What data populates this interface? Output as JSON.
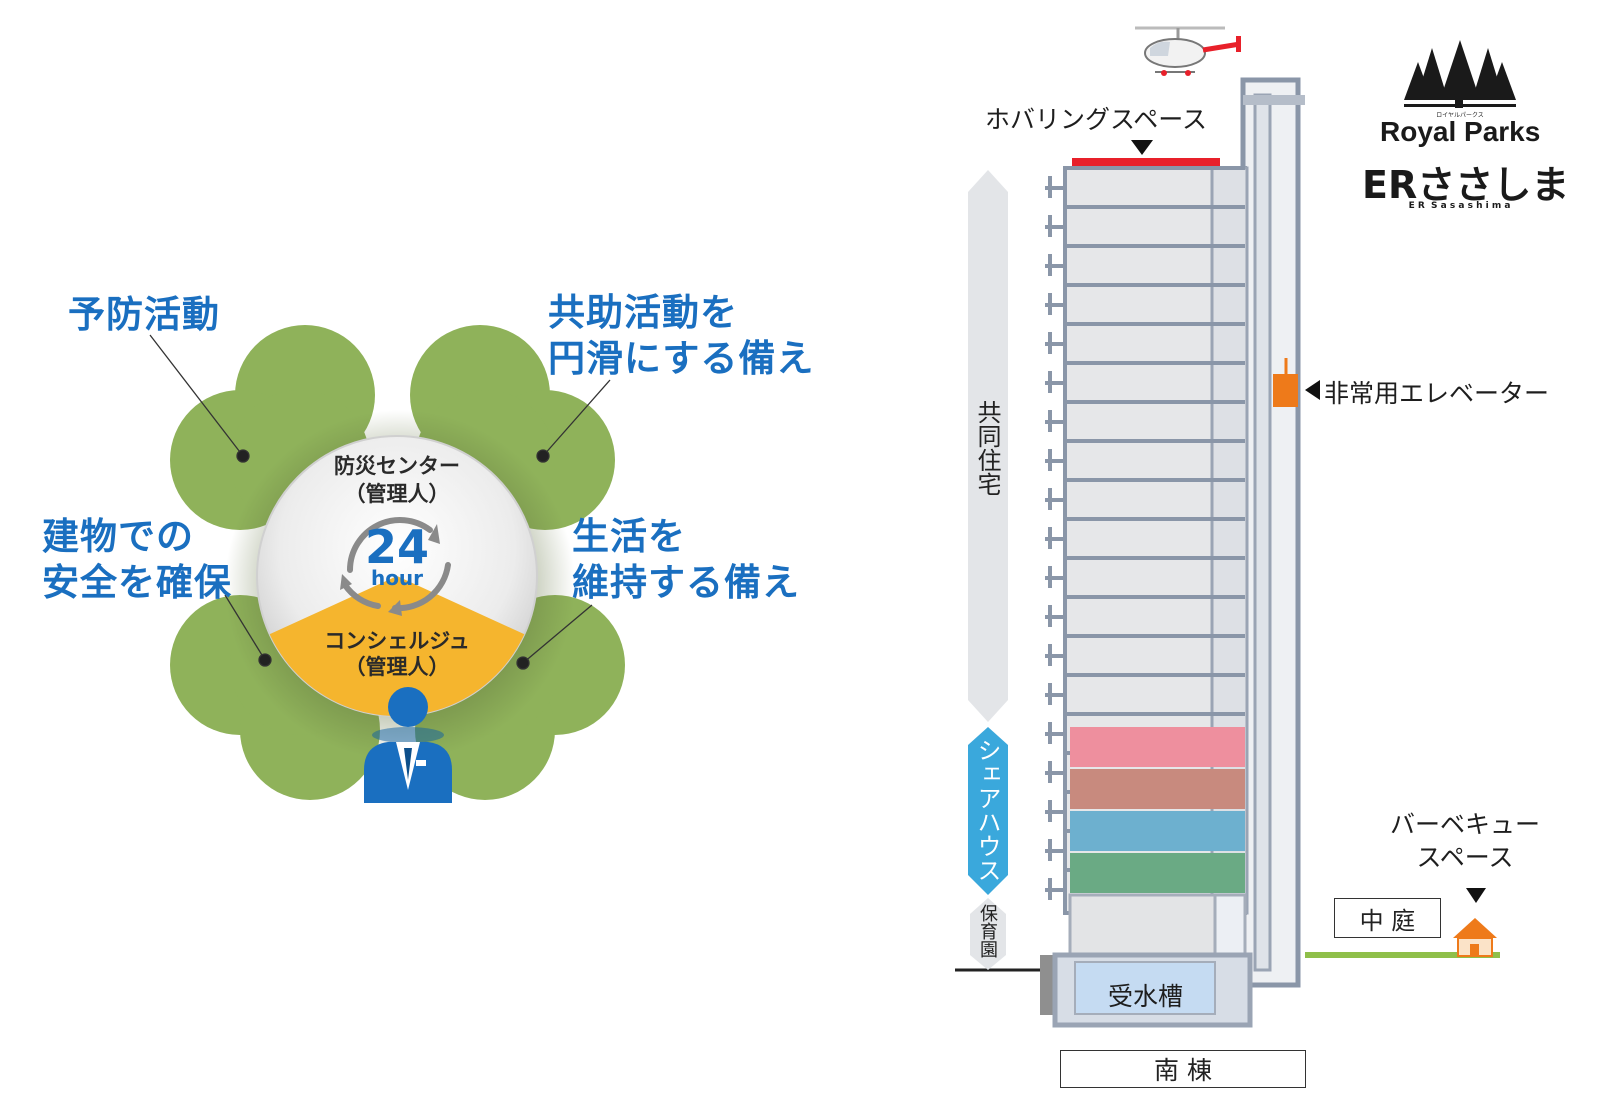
{
  "left": {
    "labels": {
      "prevention": "予防活動",
      "mutual_aid": "共助活動を\n円滑にする備え",
      "building_safety": "建物での\n安全を確保",
      "life_support": "生活を\n維持する備え"
    },
    "hub": {
      "center_title": "防災センター\n（管理人）",
      "hours_number": "24",
      "hours_unit": "hour",
      "concierge": "コンシェルジュ\n（管理人）"
    },
    "colors": {
      "leaf": "#8fb25a",
      "concierge": "#f5b52e",
      "text": "#1a6fc0"
    }
  },
  "right": {
    "callouts": {
      "hovering_space": "ホバリングスペース",
      "emergency_elevator": "非常用エレベーター",
      "bbq_space": "バーベキュー\nスペース"
    },
    "zones": {
      "apartments": "共同住宅",
      "share_house": "シェアハウス",
      "nursery": "保育園"
    },
    "boxes": {
      "courtyard": "中 庭",
      "water_tank": "受水槽",
      "south_wing": "南 棟"
    },
    "logo": {
      "small_text": "ロイヤルパークス",
      "brand": "Royal Parks",
      "name": "ERささしま",
      "romaji": "E R  S a s a s h i m a"
    },
    "colors": {
      "hovering": "#e8202a",
      "elevator": "#ee7a1a",
      "share_house": "#3aa8dc",
      "floor_pink": "#ee8f9e",
      "floor_brown": "#c88a7e",
      "floor_blue": "#6db0cf",
      "floor_green": "#6aaa84"
    }
  }
}
